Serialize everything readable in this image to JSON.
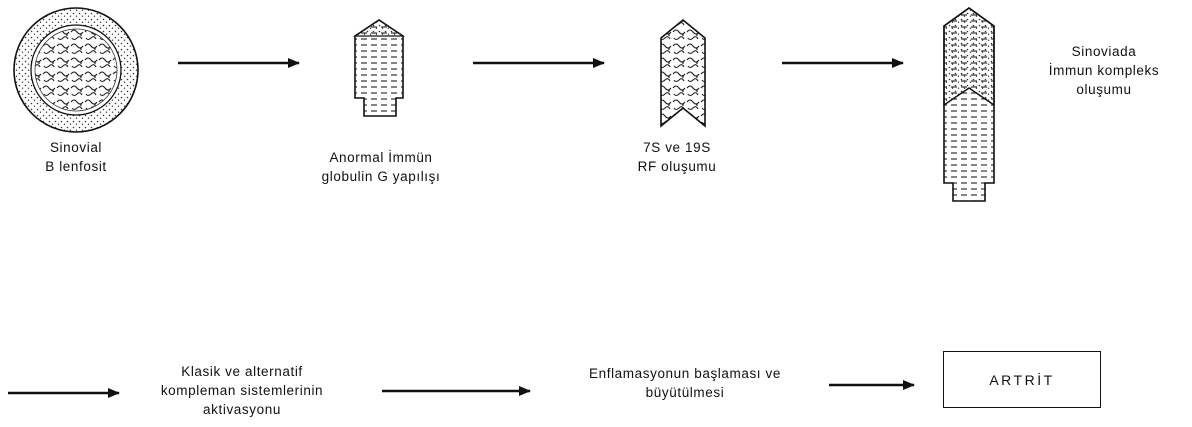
{
  "steps": [
    {
      "id": "b-cell",
      "lines": [
        "Sinovial",
        "B lenfosit"
      ]
    },
    {
      "id": "abnormal-igg",
      "lines": [
        "Anormal İmmün",
        "globulin G yapılışı"
      ]
    },
    {
      "id": "rf",
      "lines": [
        "7S ve 19S",
        "RF oluşumu"
      ]
    },
    {
      "id": "immune-complex",
      "lines": [
        "Sinoviada",
        "İmmun kompleks",
        "oluşumu"
      ]
    },
    {
      "id": "complement",
      "lines": [
        "Klasik ve alternatif",
        "kompleman sistemlerinin",
        "aktivasyonu"
      ]
    },
    {
      "id": "inflammation",
      "lines": [
        "Enflamasyonun başlaması ve",
        "büyütülmesi"
      ]
    }
  ],
  "result": {
    "label": "ARTRİT"
  }
}
